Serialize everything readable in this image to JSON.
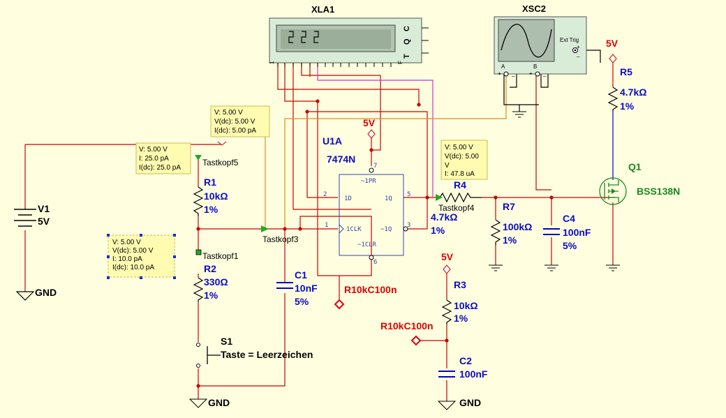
{
  "instruments": {
    "logic_analyzer": {
      "name": "XLA1",
      "side_pins": [
        "C",
        "Q",
        "T"
      ],
      "pin_left": "1",
      "pin_right": "F"
    },
    "oscilloscope": {
      "name": "XSC2",
      "ext_trig": "Ext Trig",
      "plus": "+",
      "minus": "_",
      "ch_a": "A",
      "ch_b": "B"
    }
  },
  "components": {
    "V1": {
      "name": "V1",
      "value": "5V"
    },
    "R1": {
      "name": "R1",
      "value": "10kΩ",
      "tol": "1%"
    },
    "R2": {
      "name": "R2",
      "value": "330Ω",
      "tol": "1%"
    },
    "R3": {
      "name": "R3",
      "value": "10kΩ",
      "tol": "1%"
    },
    "R4": {
      "name": "R4",
      "value": "4.7kΩ",
      "tol": "1%"
    },
    "R5": {
      "name": "R5",
      "value": "4.7kΩ",
      "tol": "1%"
    },
    "R7": {
      "name": "R7",
      "value": "100kΩ",
      "tol": "1%"
    },
    "C1": {
      "name": "C1",
      "value": "10nF",
      "tol": "5%"
    },
    "C2": {
      "name": "C2",
      "value": "100nF"
    },
    "C4": {
      "name": "C4",
      "value": "100nF",
      "tol": "5%"
    },
    "Q1": {
      "name": "Q1",
      "value": "BSS138N"
    },
    "U1A": {
      "name": "U1A",
      "value": "7474N",
      "pins": {
        "pr": "~1PR",
        "d": "1D",
        "q": "1Q",
        "clk": "1CLK",
        "qn": "~1Q",
        "clr": "~1CLR",
        "n7": "7",
        "n2": "2",
        "n5": "5",
        "n1": "1",
        "n3": "3",
        "n6": "6"
      }
    },
    "S1": {
      "name": "S1",
      "label": "Taste = Leerzeichen"
    }
  },
  "net_labels": {
    "gnd": "GND",
    "v5": "5V",
    "r10k_a": "R10kC100n",
    "r10k_b": "R10kC100n"
  },
  "probes": {
    "tastkopf5": {
      "name": "Tastkopf5",
      "lines": [
        "V: 5.00 V",
        "I: 25.0 pA",
        "I(dc): 25.0 pA"
      ]
    },
    "tastkopf_top": {
      "lines": [
        "V: 5.00 V",
        "V(dc): 5.00 V",
        "I(dc): 5.00 pA"
      ]
    },
    "tastkopf1": {
      "name": "Tastkopf1",
      "lines": [
        "V: 5.00 V",
        "V(dc): 5.00 V",
        "I: 10.0 pA",
        "I(dc): 10.0 pA"
      ]
    },
    "tastkopf3": {
      "name": "Tastkopf3"
    },
    "tastkopf4": {
      "name": "Tastkopf4",
      "lines": [
        "V: 5.00 V",
        "V(dc): 5.00",
        "V",
        "I: 47.8 uA"
      ]
    }
  }
}
